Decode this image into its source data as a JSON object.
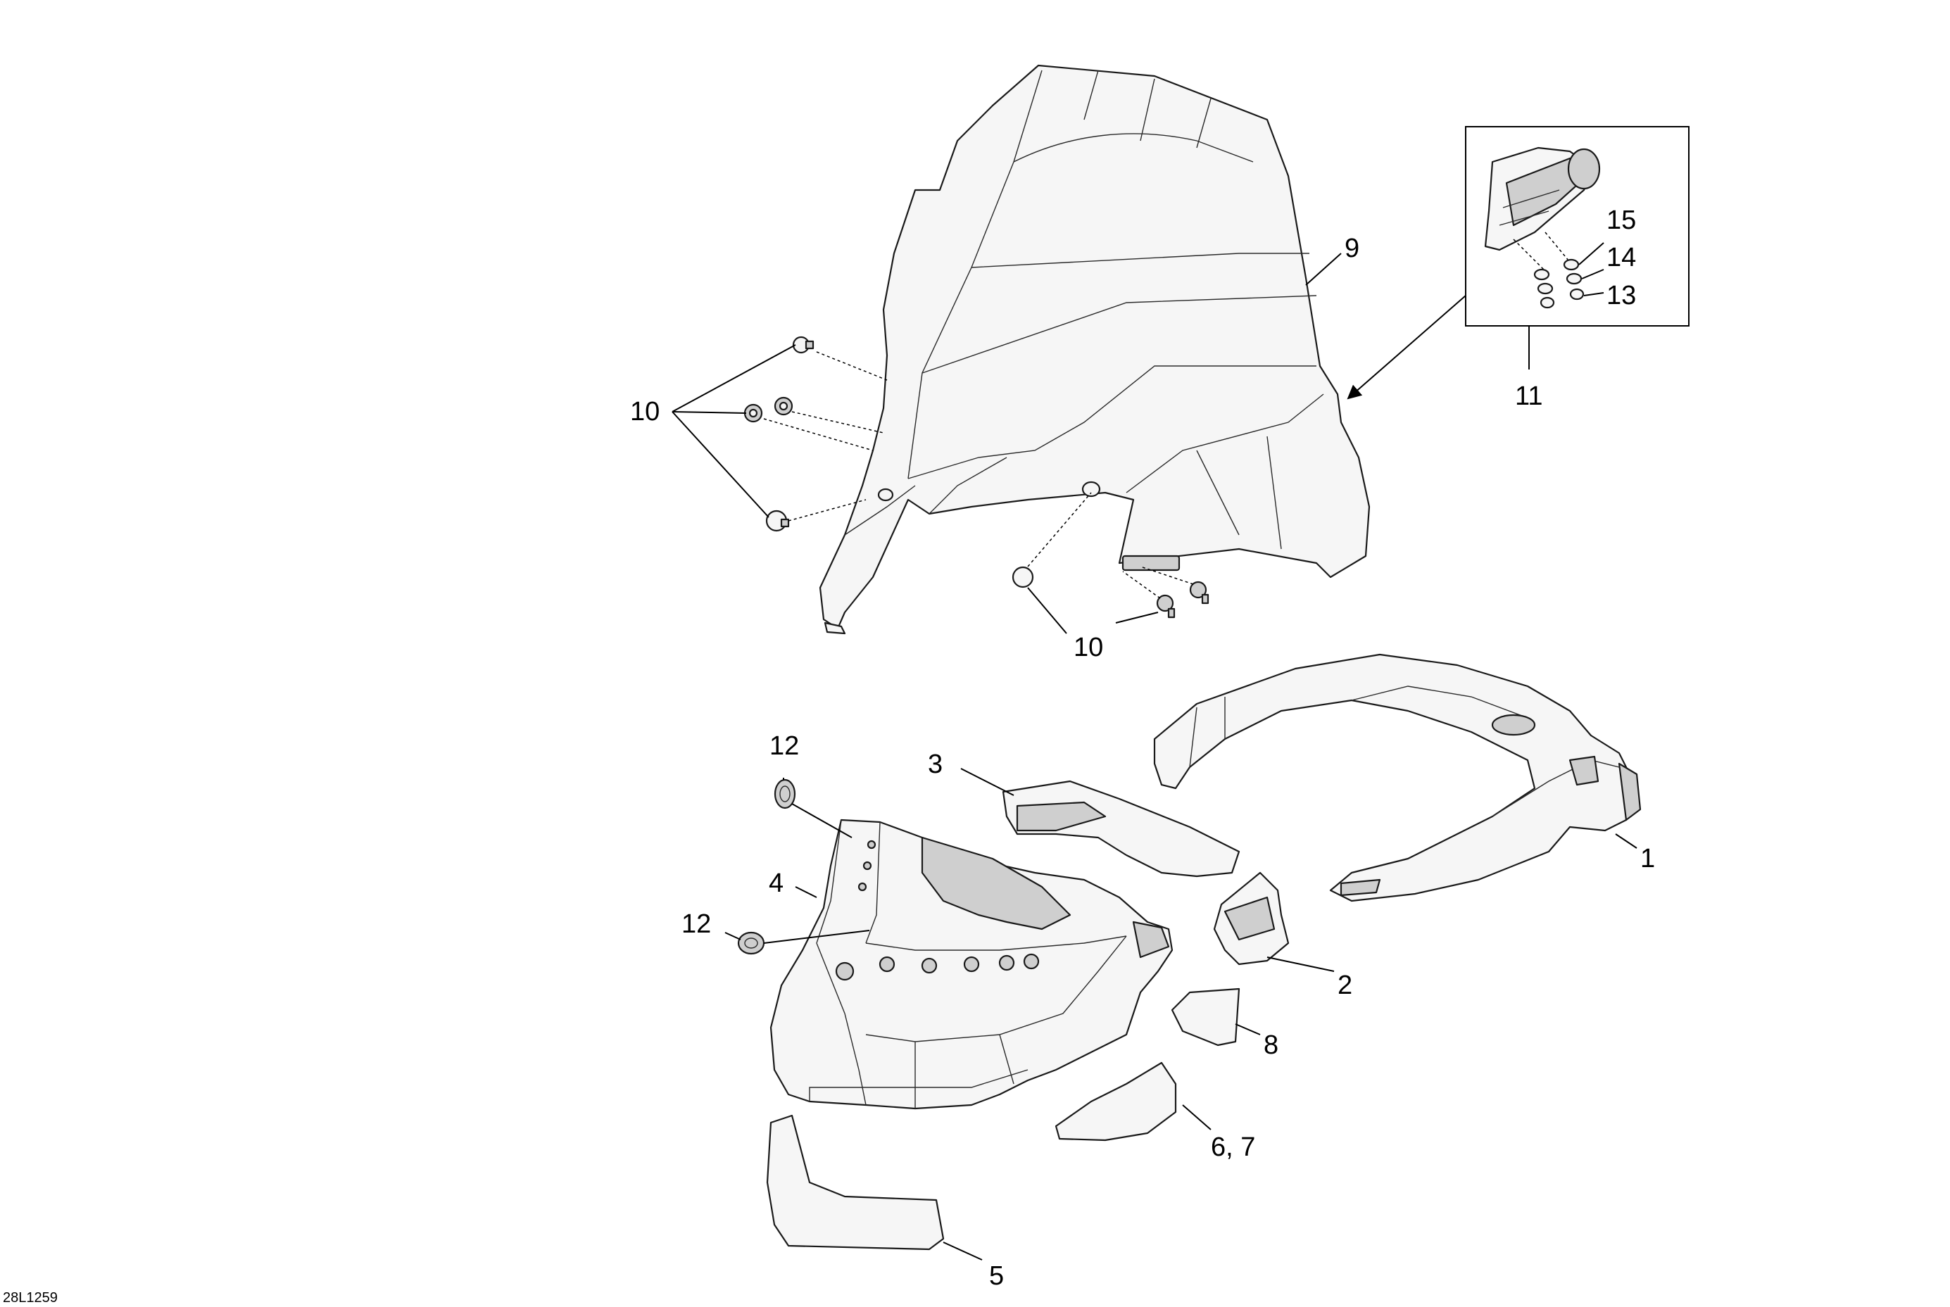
{
  "callouts": {
    "c1": "1",
    "c2": "2",
    "c3": "3",
    "c4": "4",
    "c5": "5",
    "c6_7": "6, 7",
    "c8": "8",
    "c9": "9",
    "c10_left": "10",
    "c10_bottom": "10",
    "c11": "11",
    "c12_top": "12",
    "c12_left": "12",
    "c13": "13",
    "c14": "14",
    "c15": "15"
  },
  "drawing_code": "28L1259"
}
